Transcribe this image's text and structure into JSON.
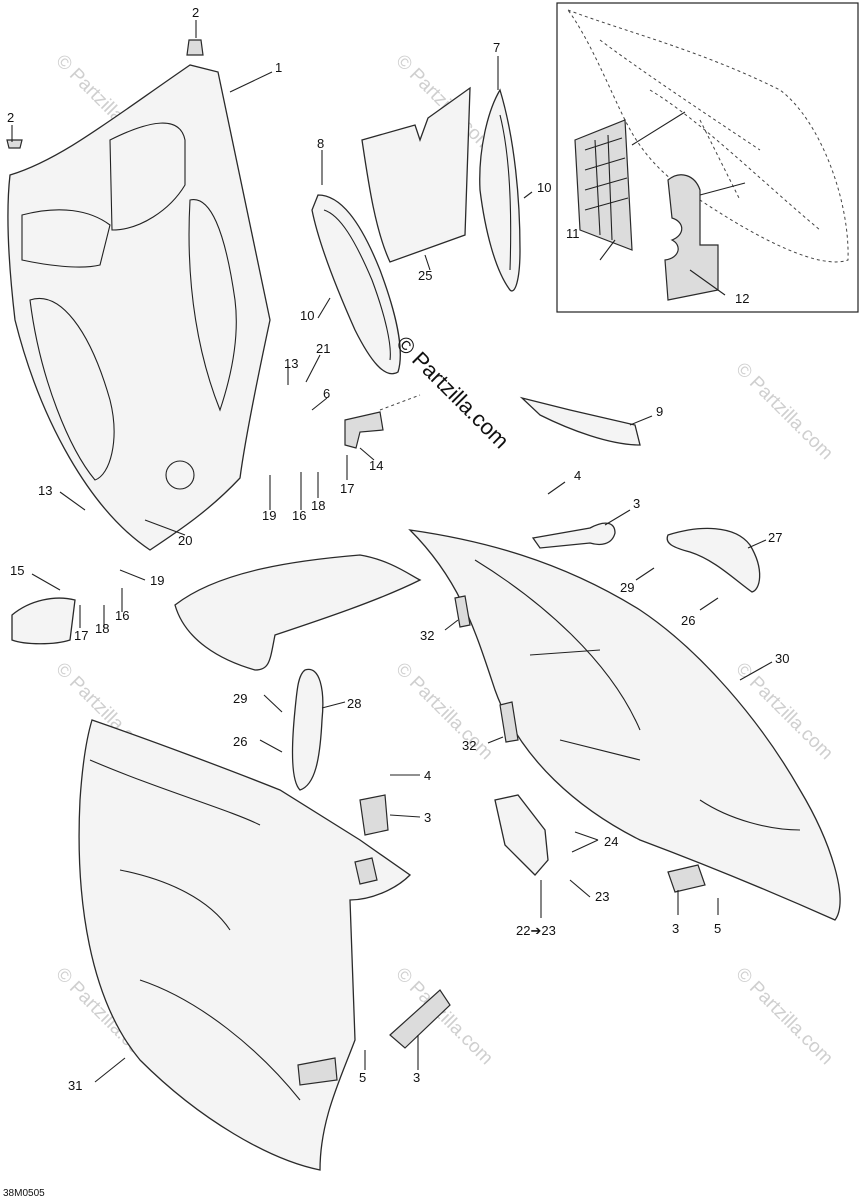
{
  "figure_code": "38M0505",
  "watermark": {
    "main": "© Partzilla.com",
    "tile": "© Partzilla.com"
  },
  "callouts": {
    "c1": "1",
    "c2a": "2",
    "c2b": "2",
    "c3a": "3",
    "c3b": "3",
    "c3c": "3",
    "c3d": "3",
    "c4a": "4",
    "c4b": "4",
    "c5a": "5",
    "c5b": "5",
    "c6": "6",
    "c7": "7",
    "c8": "8",
    "c9": "9",
    "c10a": "10",
    "c10b": "10",
    "c11": "11",
    "c12": "12",
    "c13a": "13",
    "c13b": "13",
    "c14": "14",
    "c15": "15",
    "c16a": "16",
    "c16b": "16",
    "c17a": "17",
    "c17b": "17",
    "c18a": "18",
    "c18b": "18",
    "c19a": "19",
    "c19b": "19",
    "c20": "20",
    "c21": "21",
    "c22": "22➔23",
    "c23": "23",
    "c24": "24",
    "c25": "25",
    "c26a": "26",
    "c26b": "26",
    "c27": "27",
    "c28": "28",
    "c29a": "29",
    "c29b": "29",
    "c30": "30",
    "c31": "31",
    "c32a": "32",
    "c32b": "32"
  }
}
